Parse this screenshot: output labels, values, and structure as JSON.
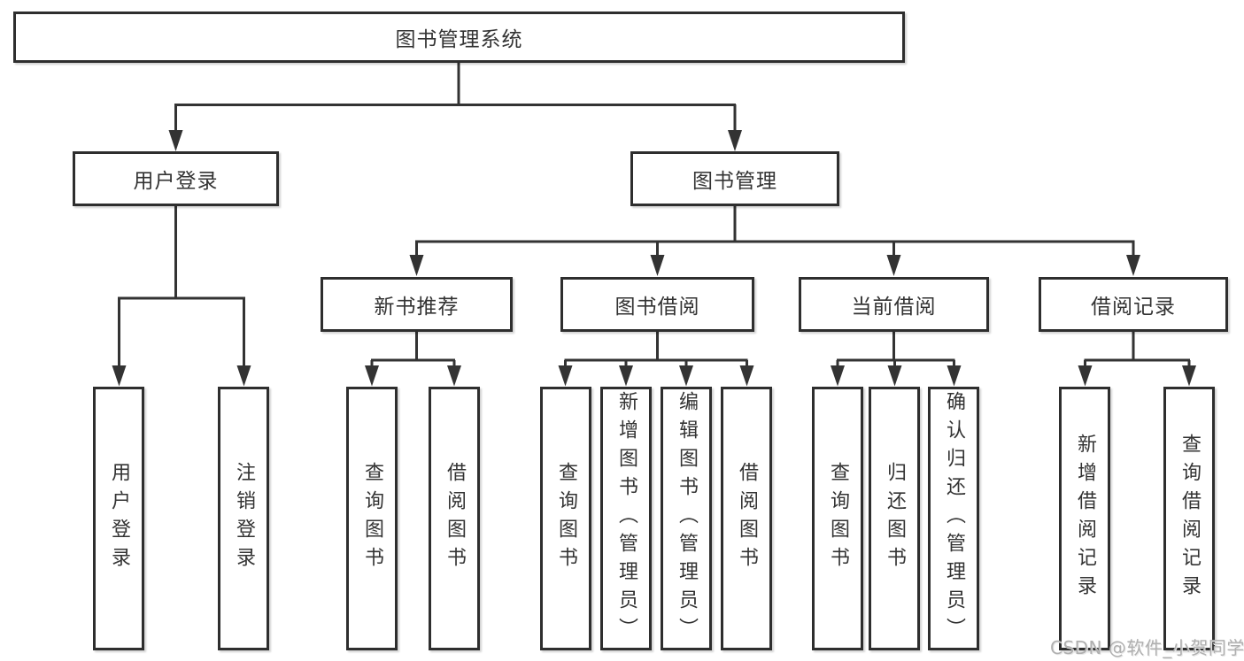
{
  "tree": {
    "root": "图书管理系统",
    "user_login": {
      "label": "用户登录",
      "children": [
        "用户登录",
        "注销登录"
      ]
    },
    "book_management": {
      "label": "图书管理"
    },
    "new_book_recommend": {
      "label": "新书推荐",
      "children": [
        "查询图书",
        "借阅图书"
      ]
    },
    "book_borrow": {
      "label": "图书借阅",
      "children": [
        "查询图书",
        "新增图书（管理员）",
        "编辑图书（管理员）",
        "借阅图书"
      ]
    },
    "current_borrow": {
      "label": "当前借阅",
      "children": [
        "查询图书",
        "归还图书",
        "确认归还（管理员）"
      ]
    },
    "borrow_records": {
      "label": "借阅记录",
      "children": [
        "新增借阅记录",
        "查询借阅记录"
      ]
    }
  },
  "watermark": {
    "text": "CSDN @软件_小贺同学"
  },
  "colors": {
    "line": "#333333",
    "box_border": "#2e2e2e",
    "text": "#333333",
    "watermark": "#b0b0b0",
    "background": "#ffffff"
  }
}
